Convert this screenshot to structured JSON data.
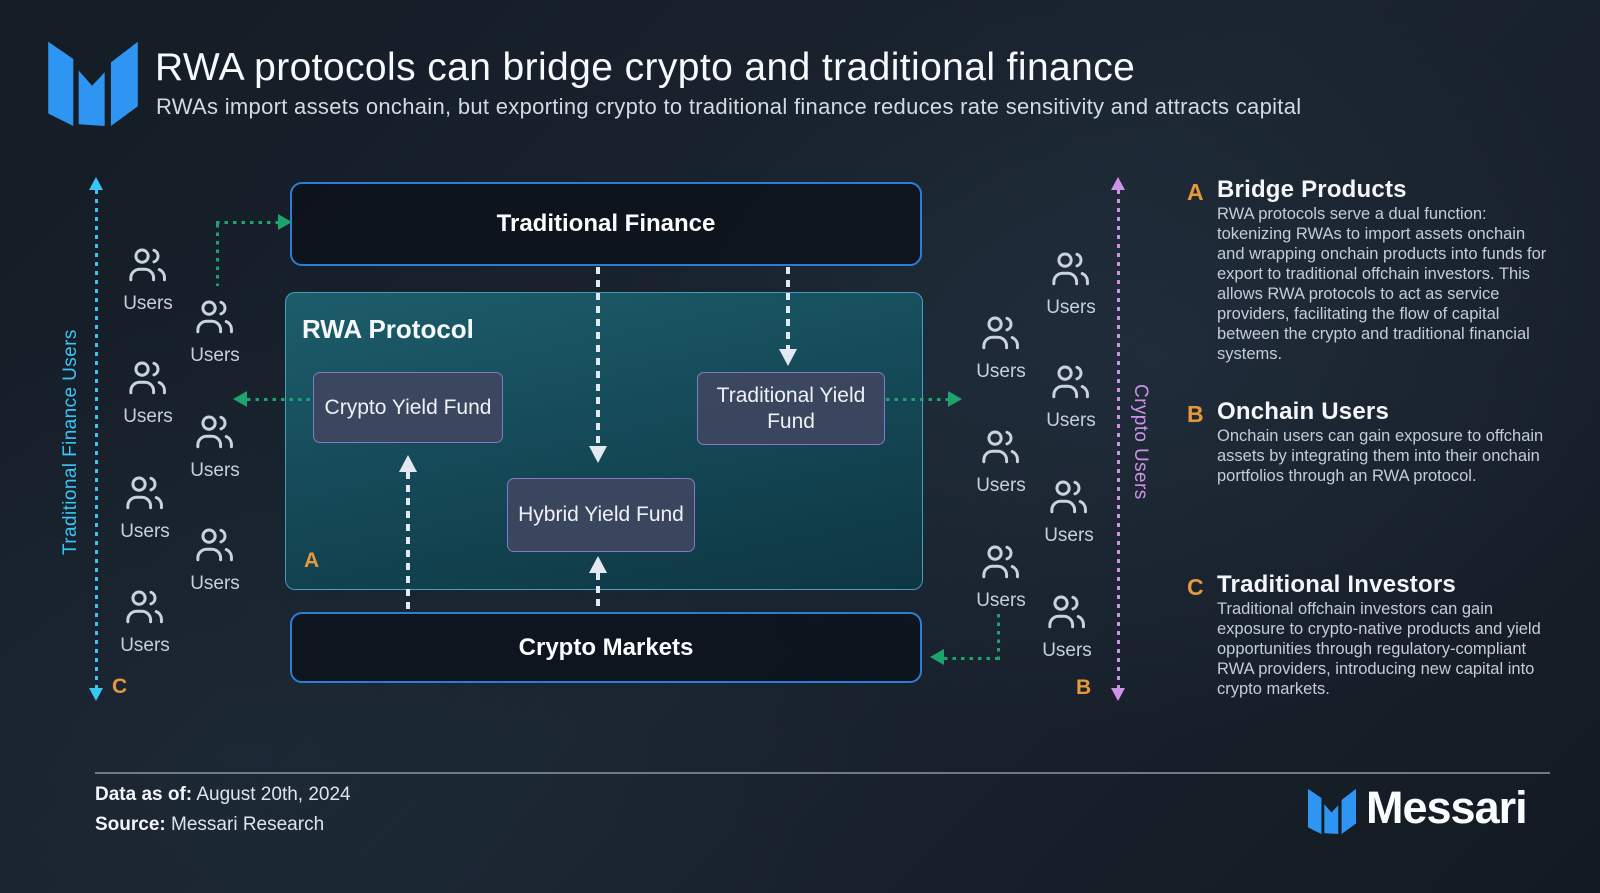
{
  "header": {
    "title": "RWA protocols can bridge crypto and traditional finance",
    "subtitle": "RWAs import assets onchain, but exporting crypto to traditional finance reduces rate sensitivity and attracts capital"
  },
  "diagram": {
    "boxes": {
      "traditional_finance": "Traditional Finance",
      "rwa_protocol": "RWA Protocol",
      "crypto_markets": "Crypto Markets",
      "crypto_yield_fund": "Crypto Yield Fund",
      "hybrid_yield_fund": "Hybrid Yield Fund",
      "traditional_yield_fund": "Traditional Yield Fund"
    },
    "left_axis": {
      "label": "Traditional Finance Users",
      "marker": "C"
    },
    "right_axis": {
      "label": "Crypto Users",
      "marker": "B"
    },
    "rwa_marker": "A",
    "user_label": "Users",
    "left_user_count": 7,
    "right_user_count": 7
  },
  "legend": {
    "sections": [
      {
        "marker": "A",
        "title": "Bridge Products",
        "body": "RWA protocols serve a dual function: tokenizing RWAs to import assets onchain and wrapping onchain products into funds for export to traditional offchain investors. This allows RWA protocols to act as service providers, facilitating the flow of capital between the crypto and traditional financial systems."
      },
      {
        "marker": "B",
        "title": "Onchain Users",
        "body": "Onchain users can gain exposure to offchain assets by integrating them into their onchain portfolios through an RWA protocol."
      },
      {
        "marker": "C",
        "title": "Traditional Investors",
        "body": "Traditional offchain investors can gain exposure to crypto-native products and yield opportunities through regulatory-compliant RWA providers, introducing new capital into crypto markets."
      }
    ]
  },
  "footer": {
    "data_as_of_label": "Data as of:",
    "data_as_of_value": "August 20th, 2024",
    "source_label": "Source:",
    "source_value": "Messari Research",
    "brand": "Messari"
  },
  "colors": {
    "blue": "#2b7ed3",
    "logo-blue": "#2e96f2",
    "teal-border": "#3aa5c2",
    "purple-border": "#8478cc",
    "green": "#1da36e",
    "cyan": "#38c6f4",
    "orchid": "#cf92ea",
    "orange": "#e5993c"
  }
}
